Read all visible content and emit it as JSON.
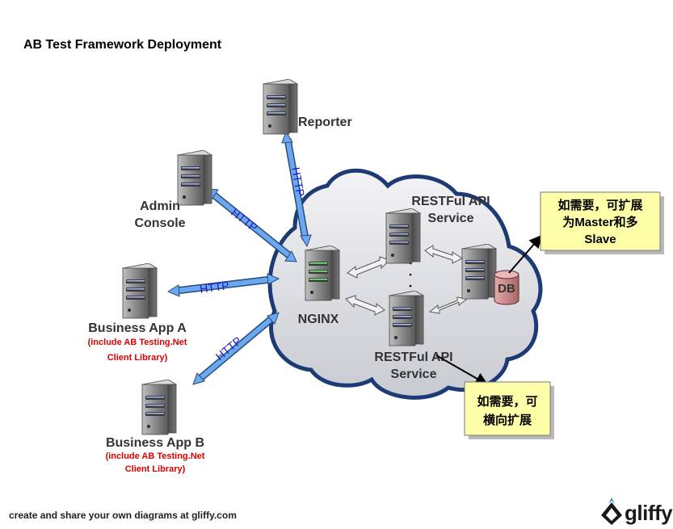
{
  "title": "AB Test Framework Deployment",
  "nodes": {
    "reporter": "Reporter",
    "admin_line1": "Admin",
    "admin_line2": "Console",
    "app_a": "Business App A",
    "app_a_note1": "(include AB Testing.Net",
    "app_a_note2": "Client Library)",
    "app_b": "Business App B",
    "app_b_note1": "(include AB Testing.Net",
    "app_b_note2": "Client Library)",
    "nginx": "NGINX",
    "api_top_line1": "RESTFul API",
    "api_top_line2": "Service",
    "api_bottom_line1": "RESTFul API",
    "api_bottom_line2": "Service",
    "db": "DB"
  },
  "edges": {
    "http_admin": "HTTP",
    "http_reporter": "HTTP",
    "http_app_a": "HTTP",
    "http_app_b": "HTTP"
  },
  "notes": {
    "db_line1": "如需要，可扩展",
    "db_line2": "为Master和多",
    "db_line3": "Slave",
    "api_line1": "如需要，可",
    "api_line2": "横向扩展"
  },
  "footer": "create and share your own diagrams at gliffy.com",
  "brand": "gliffy",
  "colors": {
    "cloud_fill": "#e3e4e8",
    "cloud_stroke": "#1c3a73",
    "arrow_blue": "#6aa9f0",
    "note_fill": "#ffffaa",
    "server_body": "#666666",
    "db_fill": "#c98a8a"
  }
}
